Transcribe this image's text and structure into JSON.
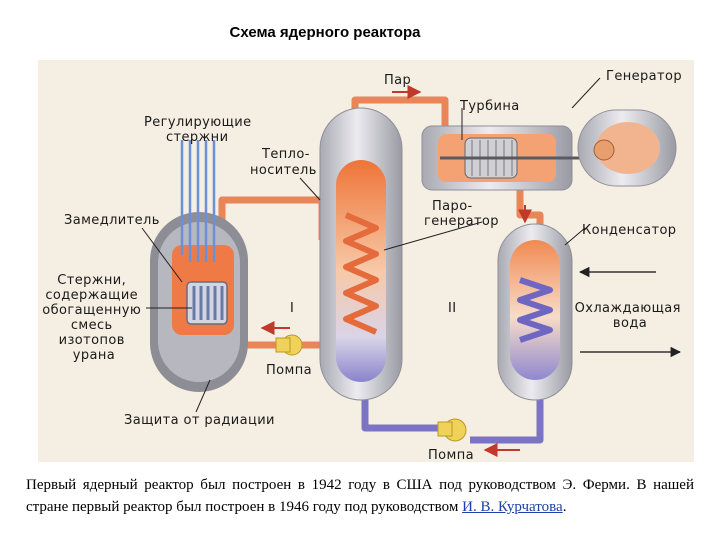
{
  "title": "Схема ядерного реактора",
  "labels": {
    "steam": "Пар",
    "generator": "Генератор",
    "turbine": "Турбина",
    "control_rods": [
      "Регулирующие",
      "стержни"
    ],
    "coolant": [
      "Тепло-",
      "носитель"
    ],
    "moderator": "Замедлитель",
    "steam_generator": [
      "Паро-",
      "генератор"
    ],
    "condenser": "Конденсатор",
    "fuel_rods": [
      "Стержни,",
      "содержащие",
      "обогащенную",
      "смесь",
      "изотопов",
      "урана"
    ],
    "circuit_1": "I",
    "circuit_2": "II",
    "cooling_water": [
      "Охлаждающая",
      "вода"
    ],
    "pump_1": "Помпа",
    "radiation_shield": "Защита от радиации",
    "pump_2": "Помпа"
  },
  "caption": {
    "text": "Первый ядерный реактор был построен в 1942 году в США под руководством Э. Ферми. В нашей стране первый реактор был построен в 1946 году под руководством ",
    "link": "И. В. Курчатова",
    "end": "."
  },
  "colors": {
    "background_panel": "#f5eee3",
    "hot_pipe": "#e8865a",
    "cold_pipe": "#7b74c4",
    "hot_core": "#f07a45",
    "vessel": "#d8d8dc",
    "arrow": "#c0392b"
  }
}
